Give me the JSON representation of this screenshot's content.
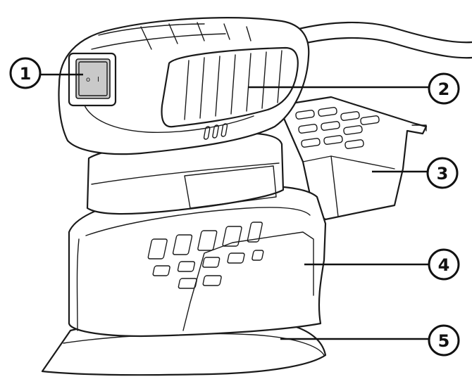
{
  "diagram": {
    "callouts": [
      {
        "label": "1"
      },
      {
        "label": "2"
      },
      {
        "label": "3"
      },
      {
        "label": "4"
      },
      {
        "label": "5"
      }
    ],
    "switch": {
      "glyph_left": "o",
      "glyph_right": "I"
    }
  }
}
